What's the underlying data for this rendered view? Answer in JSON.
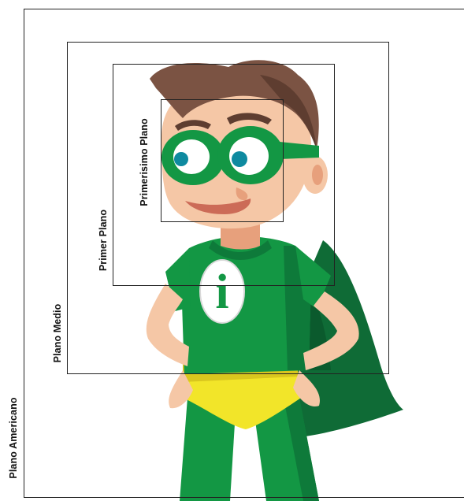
{
  "shot_labels": {
    "plano_americano": "Plano Americano",
    "plano_medio": "Plano Medio",
    "primer_plano": "Primer Plano",
    "primerisimo_plano": "Primerisimo Plano"
  },
  "character": {
    "chest_emblem_letter": "i",
    "colors": {
      "suit": "#139744",
      "suit_dark": "#0e7a3a",
      "cape": "#0f6b36",
      "skin": "#f5c7a6",
      "skin_shadow": "#e7a07c",
      "hair": "#7b5343",
      "hair_dark": "#5e3d30",
      "mask": "#139744",
      "eye_iris": "#0e8aa0",
      "briefs": "#f2e529",
      "emblem_bg": "#ffffff"
    }
  },
  "frame_color": "#222222"
}
